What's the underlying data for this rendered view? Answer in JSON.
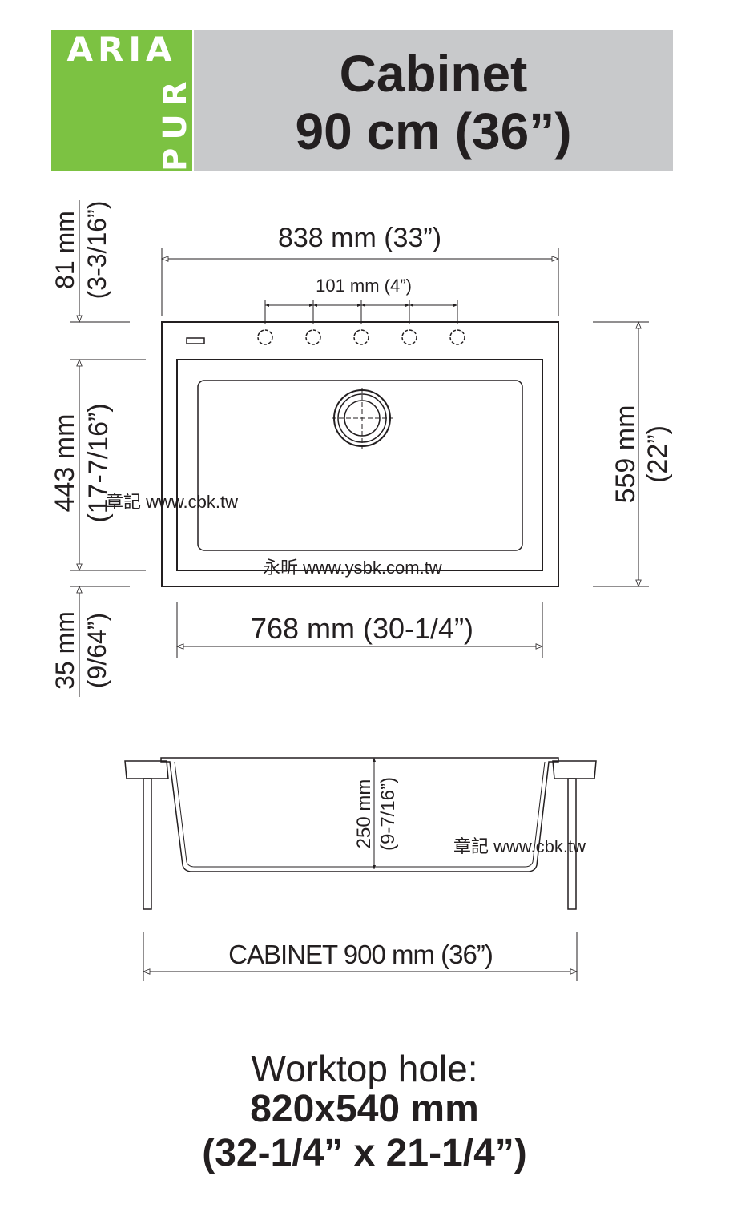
{
  "header": {
    "brand_top": "ARIA",
    "brand_side": "PUR",
    "title_line1": "Cabinet",
    "title_line2": "90 cm (36”)",
    "brand_color": "#7cc242",
    "title_bg_color": "#c8c9cb"
  },
  "top_view": {
    "overall_width": "838 mm (33”)",
    "tap_hole_spacing": "101 mm (4”)",
    "overall_depth_mm": "559 mm",
    "overall_depth_in": "(22”)",
    "back_ledge_mm": "81 mm",
    "back_ledge_in": "(3-3/16”)",
    "bowl_depth_mm": "443 mm",
    "bowl_depth_in": "(17-7/16”)",
    "front_rim_mm": "35 mm",
    "front_rim_in": "(9/64”)",
    "bowl_width": "768 mm (30-1/4”)",
    "tap_holes": 5
  },
  "side_view": {
    "bowl_height_mm": "250 mm",
    "bowl_height_in": "(9-7/16”)",
    "cabinet_width": "CABINET 900 mm (36”)"
  },
  "watermarks": {
    "wm1": "章記 www.cbk.tw",
    "wm2": "永昕 www.ysbk.com.tw",
    "wm3": "章記 www.cbk.tw"
  },
  "worktop": {
    "label": "Worktop hole:",
    "size_mm": "820x540 mm",
    "size_in": "(32-1/4” x 21-1/4”)"
  }
}
